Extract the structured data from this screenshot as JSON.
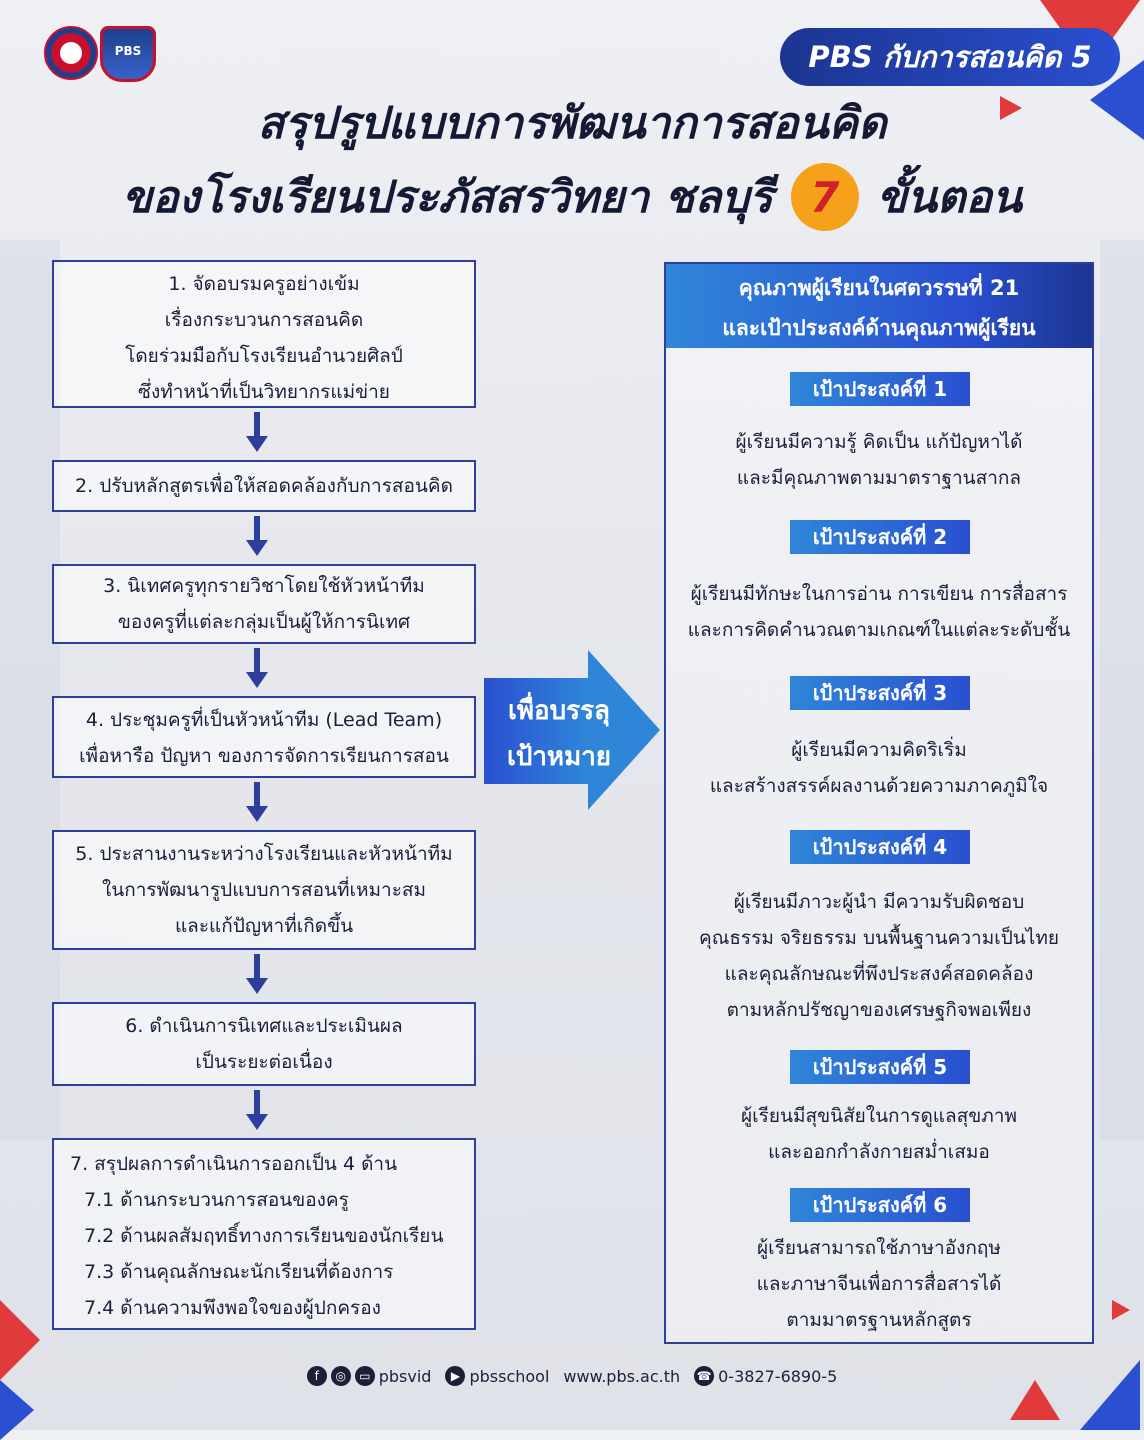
{
  "header": {
    "badge": "PBS กับการสอนคิด 5",
    "title_line1": "สรุปรูปแบบการพัฒนาการสอนคิด",
    "title_line2_left": "ของโรงเรียนประภัสสรวิทยา ชลบุรี",
    "title_number": "7",
    "title_line2_right": "ขั้นตอน",
    "logo2_text": "PBS"
  },
  "steps": [
    {
      "lines": [
        "1. จัดอบรมครูอย่างเข้ม",
        "เรื่องกระบวนการสอนคิด",
        "โดยร่วมมือกับโรงเรียนอำนวยศิลป์",
        "ซึ่งทำหน้าที่เป็นวิทยากรแม่ข่าย"
      ]
    },
    {
      "lines": [
        "2. ปรับหลักสูตรเพื่อให้สอดคล้องกับการสอนคิด"
      ]
    },
    {
      "lines": [
        "3. นิเทศครูทุกรายวิชาโดยใช้หัวหน้าทีม",
        "ของครูที่แต่ละกลุ่มเป็นผู้ให้การนิเทศ"
      ]
    },
    {
      "lines": [
        "4. ประชุมครูที่เป็นหัวหน้าทีม (Lead Team)",
        "เพื่อหารือ ปัญหา ของการจัดการเรียนการสอน"
      ]
    },
    {
      "lines": [
        "5. ประสานงานระหว่างโรงเรียนและหัวหน้าทีม",
        "ในการพัฒนารูปแบบการสอนที่เหมาะสม",
        "และแก้ปัญหาที่เกิดขึ้น"
      ]
    },
    {
      "lines": [
        "6. ดำเนินการนิเทศและประเมินผล",
        "เป็นระยะต่อเนื่อง"
      ]
    },
    {
      "lines": [
        "7. สรุปผลการดำเนินการออกเป็น 4 ด้าน",
        "7.1 ด้านกระบวนการสอนของครู",
        "7.2 ด้านผลสัมฤทธิ์ทางการเรียนของนักเรียน",
        "7.3 ด้านคุณลักษณะนักเรียนที่ต้องการ",
        "7.4 ด้านความพึงพอใจของผู้ปกครอง"
      ]
    }
  ],
  "big_arrow": {
    "line1": "เพื่อบรรลุ",
    "line2": "เป้าหมาย"
  },
  "panel": {
    "title_line1": "คุณภาพผู้เรียนในศตวรรษที่ 21",
    "title_line2": "และเป้าประสงค์ด้านคุณภาพผู้เรียน",
    "goals": [
      {
        "tag": "เป้าประสงค์ที่ 1",
        "lines": [
          "ผู้เรียนมีความรู้ คิดเป็น แก้ปัญหาได้",
          "และมีคุณภาพตามมาตราฐานสากล"
        ]
      },
      {
        "tag": "เป้าประสงค์ที่ 2",
        "lines": [
          "ผู้เรียนมีทักษะในการอ่าน การเขียน การสื่อสาร",
          "และการคิดคำนวณตามเกณฑ์ในแต่ละระดับชั้น"
        ]
      },
      {
        "tag": "เป้าประสงค์ที่ 3",
        "lines": [
          "ผู้เรียนมีความคิดริเริ่ม",
          "และสร้างสรรค์ผลงานด้วยความภาคภูมิใจ"
        ]
      },
      {
        "tag": "เป้าประสงค์ที่ 4",
        "lines": [
          "ผู้เรียนมีภาวะผู้นำ มีความรับผิดชอบ",
          "คุณธรรม จริยธรรม บนพื้นฐานความเป็นไทย",
          "และคุณลักษณะที่พึงประสงค์สอดคล้อง",
          "ตามหลักปรัชญาของเศรษฐกิจพอเพียง"
        ]
      },
      {
        "tag": "เป้าประสงค์ที่ 5",
        "lines": [
          "ผู้เรียนมีสุขนิสัยในการดูแลสุขภาพ",
          "และออกกำลังกายสม่ำเสมอ"
        ]
      },
      {
        "tag": "เป้าประสงค์ที่ 6",
        "lines": [
          "ผู้เรียนสามารถใช้ภาษาอังกฤษ",
          "และภาษาจีนเพื่อการสื่อสารได้",
          "ตามมาตรฐานหลักสูตร"
        ]
      }
    ]
  },
  "footer": {
    "social_handle": "pbsvid",
    "youtube_handle": "pbsschool",
    "website": "www.pbs.ac.th",
    "phone": "0-3827-6890-5"
  },
  "colors": {
    "navy": "#2d3f9c",
    "accent_blue": "#2f86d9",
    "orange": "#f6a11a",
    "red": "#d2202a"
  }
}
